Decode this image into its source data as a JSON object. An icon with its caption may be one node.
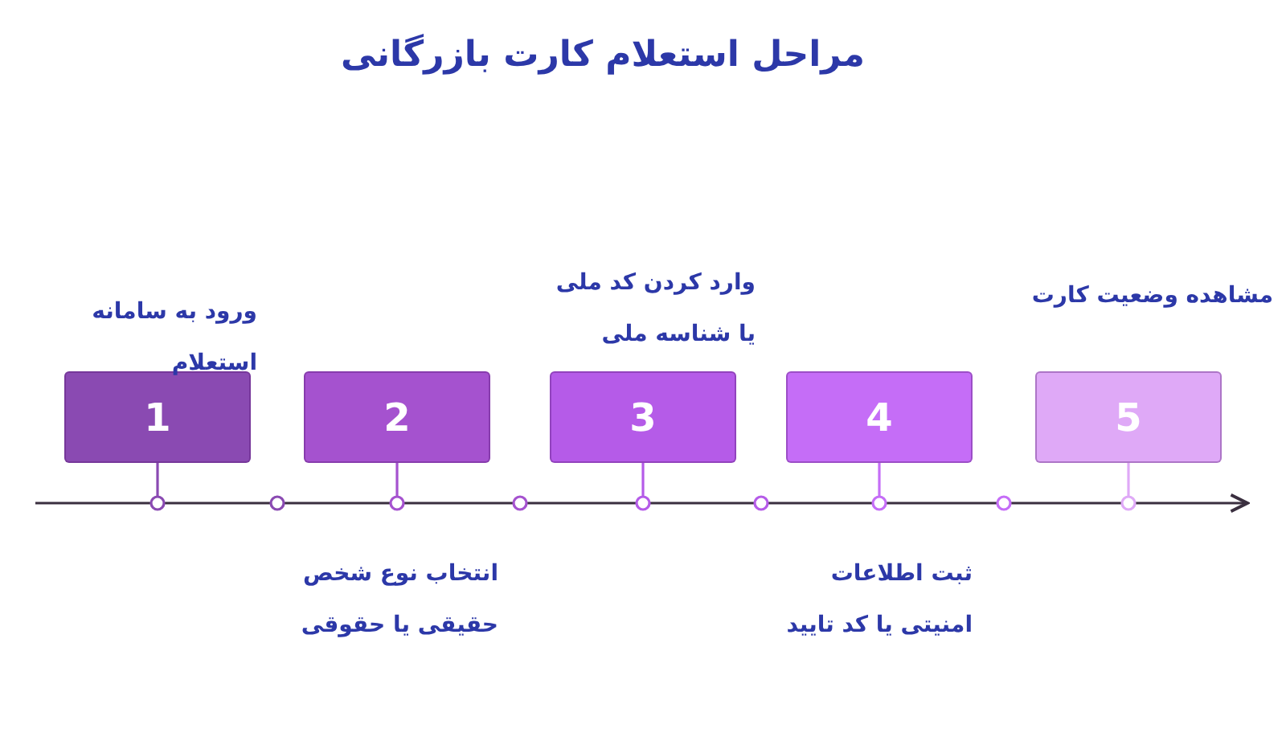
{
  "diagram": {
    "title": "مراحل استعلام کارت بازرگانی",
    "nodes": [
      {
        "text": [
          "1"
        ],
        "beside": [
          "ورود به سامانه استعلام"
        ]
      },
      {
        "text": [
          "2"
        ]
      },
      {
        "text": [
          "3"
        ],
        "beside": [
          "وارد کردن کد ملی یا شناسه ملی"
        ]
      },
      {
        "text": [
          "4"
        ]
      },
      {
        "text": [
          "5"
        ],
        "beside": [
          "مشاهده وضعیت کارت"
        ]
      }
    ],
    "edges": [],
    "labels": [
      "انتخاب نوع شخص حقیقی یا حقوقی",
      "ثبت اطلاعات امنیتی یا کد تایید"
    ]
  }
}
